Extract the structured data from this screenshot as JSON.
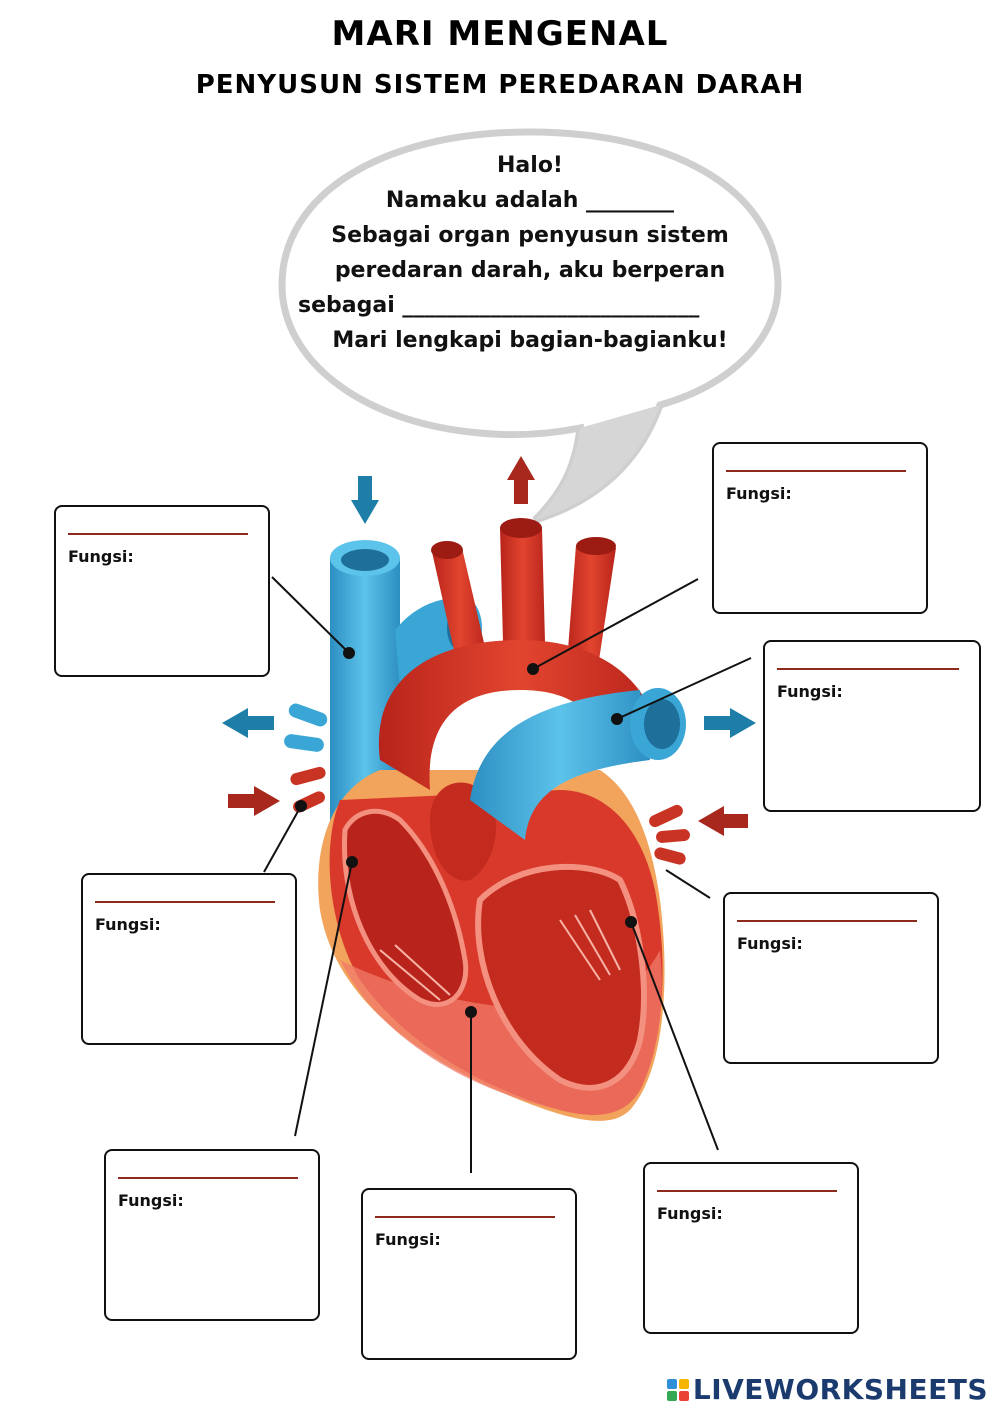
{
  "header": {
    "title": "MARI MENGENAL",
    "subtitle": "PENYUSUN SISTEM PEREDARAN DARAH"
  },
  "speech_bubble": {
    "lines": [
      "Halo!",
      "Namaku adalah ________",
      "Sebagai organ penyusun sistem",
      "peredaran darah, aku berperan",
      "sebagai ___________________________",
      "Mari lengkapi bagian-bagianku!"
    ]
  },
  "label_boxes": [
    {
      "label": "Fungsi:"
    },
    {
      "label": "Fungsi:"
    },
    {
      "label": "Fungsi:"
    },
    {
      "label": "Fungsi:"
    },
    {
      "label": "Fungsi:"
    },
    {
      "label": "Fungsi:"
    },
    {
      "label": "Fungsi:"
    },
    {
      "label": "Fungsi:"
    }
  ],
  "footer": {
    "brand": "LIVEWORKSHEETS",
    "brand_color": "#1b3b6f"
  },
  "colors": {
    "heart_red": "#d8392b",
    "vessel_blue": "#3aa6d6",
    "arrow_blue": "#1e7ea8",
    "arrow_red": "#a8281e",
    "line_red": "#8c2a1e",
    "fat_orange": "#f2a35c"
  },
  "icons": [
    "arrow-down-icon",
    "arrow-up-icon",
    "arrow-left-icon",
    "arrow-right-icon"
  ]
}
